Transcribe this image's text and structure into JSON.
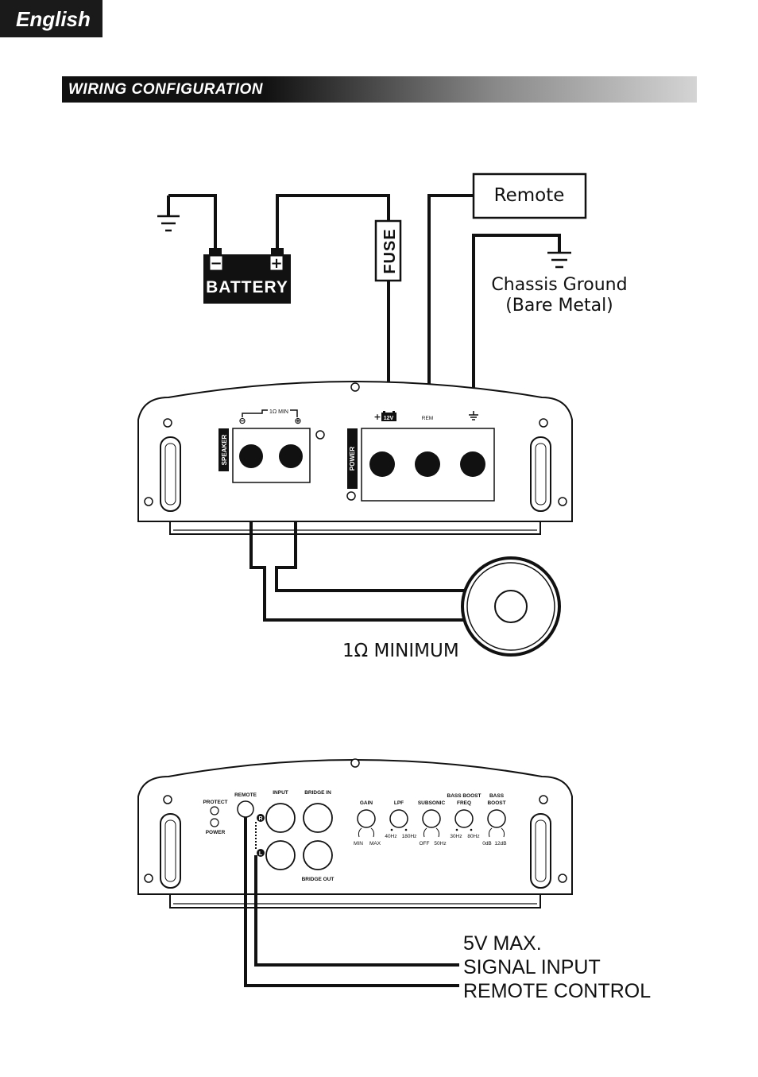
{
  "header": {
    "language_tab": "English",
    "section_title": "WIRING CONFIGURATION"
  },
  "diagram1": {
    "battery_label": "BATTERY",
    "battery_minus": "−",
    "battery_plus": "+",
    "fuse_label": "FUSE",
    "remote_label": "Remote",
    "chassis_ground_line1": "Chassis Ground",
    "chassis_ground_line2": "(Bare Metal)",
    "speaker_panel_label": "SPEAKER",
    "speaker_min_label": "1Ω MIN",
    "speaker_minus": "⊖",
    "speaker_plus": "⊕",
    "power_panel_label": "POWER",
    "power_12v_plus": "+",
    "power_12v_label": "12V",
    "power_rem_label": "REM",
    "impedance_label": "1Ω MINIMUM"
  },
  "diagram2": {
    "protect_label": "PROTECT",
    "power_label": "POWER",
    "remote_label": "REMOTE",
    "input_label": "INPUT",
    "bridge_in_label": "BRIDGE IN",
    "bridge_out_label": "BRIDGE OUT",
    "input_r": "R",
    "input_l": "L",
    "gain_label": "GAIN",
    "gain_min": "MIN",
    "gain_max": "MAX",
    "lpf_label": "LPF",
    "lpf_min": "40Hz",
    "lpf_max": "180Hz",
    "subsonic_label": "SUBSONIC",
    "subsonic_min": "OFF",
    "subsonic_max": "50Hz",
    "bass_boost_freq_line1": "BASS BOOST",
    "bass_boost_freq_line2": "FREQ",
    "bbf_min": "30Hz",
    "bbf_max": "80Hz",
    "bass_boost_line1": "BASS",
    "bass_boost_line2": "BOOST",
    "bb_min": "0dB",
    "bb_max": "12dB",
    "note_line1": "5V MAX.",
    "note_line2": "SIGNAL INPUT",
    "note_line3": "REMOTE CONTROL"
  }
}
